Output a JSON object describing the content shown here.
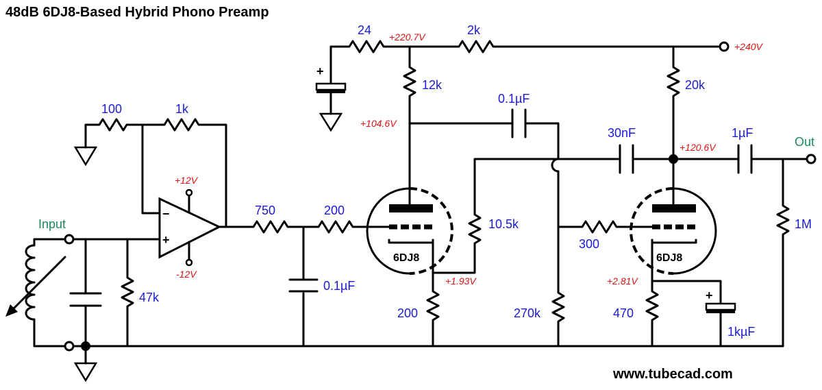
{
  "title": "48dB 6DJ8-Based Hybrid Phono Preamp",
  "website": "www.tubecad.com",
  "io": {
    "input": "Input",
    "output": "Out"
  },
  "components": {
    "r_24": "24",
    "r_2k": "2k",
    "r_12k": "12k",
    "r_20k": "20k",
    "r_100": "100",
    "r_1k": "1k",
    "r_750": "750",
    "r_200_grid": "200",
    "r_10k5": "10.5k",
    "r_300": "300",
    "r_1m": "1M",
    "r_47k": "47k",
    "r_200_cath": "200",
    "r_270k": "270k",
    "r_470": "470",
    "c_01uf_top": "0.1µF",
    "c_30nf": "30nF",
    "c_1uf": "1µF",
    "c_01uf_bot": "0.1µF",
    "c_1kuf": "1kµF",
    "tube1": "6DJ8",
    "tube2": "6DJ8"
  },
  "voltages": {
    "v_220_7": "+220.7V",
    "v_240": "+240V",
    "v_104_6": "+104.6V",
    "v_120_6": "+120.6V",
    "v_12p": "+12V",
    "v_12n": "-12V",
    "v_1_93": "+1.93V",
    "v_2_81": "+2.81V"
  },
  "colors": {
    "component_label": "#1a1ad6",
    "voltage_label": "#e01010",
    "io_label": "#1a8a5a",
    "wire": "#000000"
  }
}
